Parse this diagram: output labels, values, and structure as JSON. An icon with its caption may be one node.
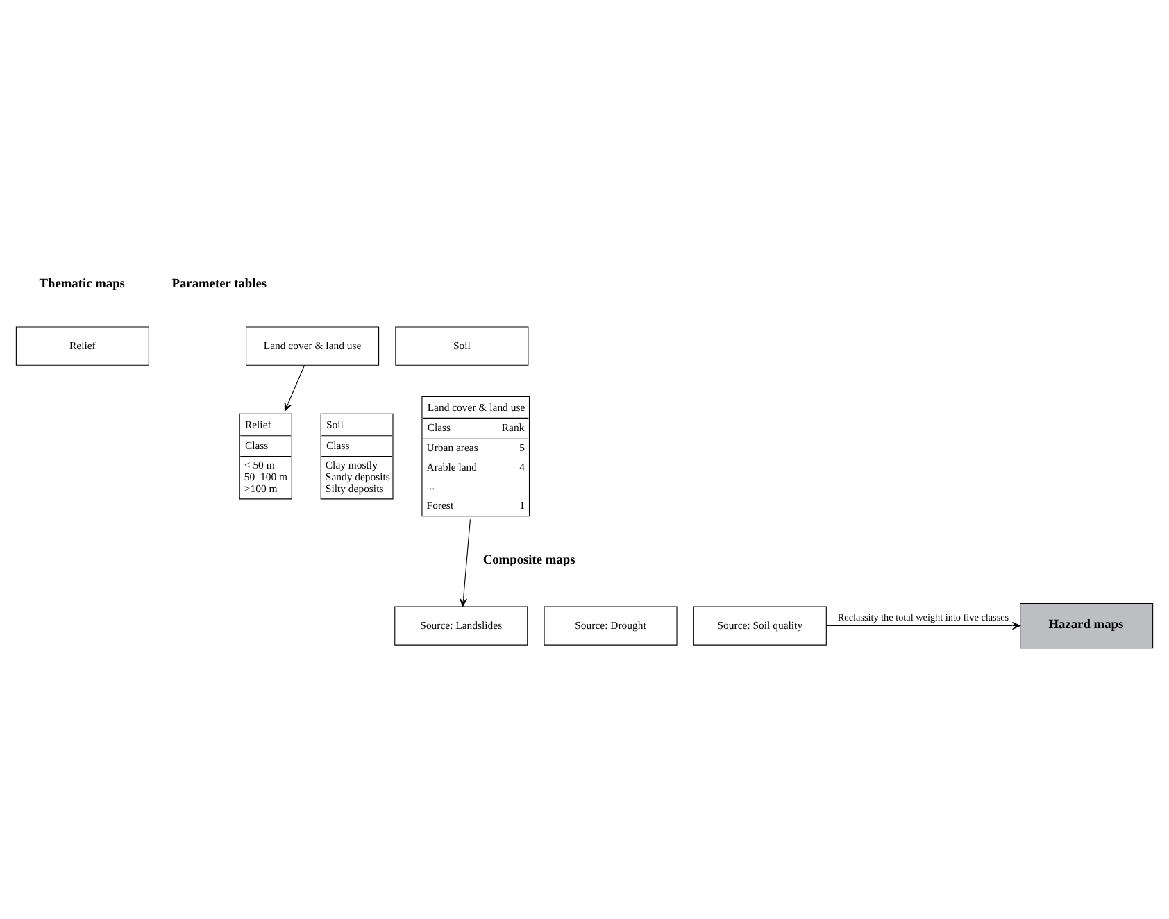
{
  "diagram": {
    "nodes": [
      {
        "text": [
          "Relief"
        ]
      },
      {
        "text": [
          "Soil"
        ]
      },
      {
        "text": [
          "Land cover & land use"
        ]
      },
      {
        "text": [
          "Relief",
          "Class",
          "< 50 m",
          "50–100 m",
          ">100 m"
        ]
      },
      {
        "text": [
          "Soil",
          "Class",
          "Clay mostly",
          "Sandy deposits",
          "Silty deposits"
        ]
      },
      {
        "text": [
          "Land cover & land use",
          "Class",
          "Rank",
          "Urban areas",
          "5",
          "Arable land",
          "4",
          "...",
          "Forest",
          "1"
        ]
      },
      {
        "text": [
          "Source: Landslides"
        ]
      },
      {
        "text": [
          "Source: Drought"
        ]
      },
      {
        "text": [
          "Source: Soil quality"
        ]
      },
      {
        "text": [
          "Hazard maps"
        ]
      }
    ],
    "edges": [
      {
        "from": 2,
        "to": 3,
        "arrow": "to"
      },
      {
        "from": 5,
        "to": 6,
        "arrow": "to"
      },
      {
        "from": 8,
        "to": 9,
        "arrow": "to",
        "label": "Reclassity the total weight into five classes"
      }
    ],
    "labels": [
      "Thematic maps",
      "Parameter tables",
      "Composite maps"
    ]
  }
}
